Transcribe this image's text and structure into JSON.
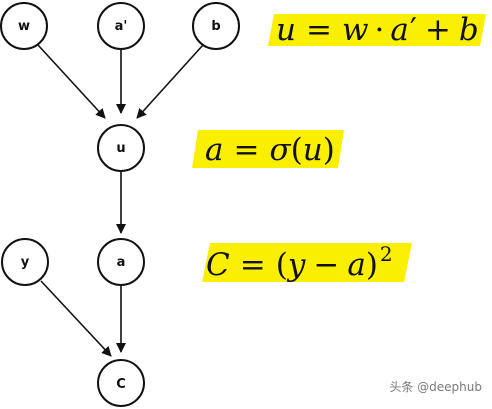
{
  "colors": {
    "node_stroke": "#111111",
    "edge": "#111111",
    "highlight": "#fbef00",
    "watermark": "#7a7a7a"
  },
  "nodes": {
    "w": "w",
    "a_prime": "a'",
    "b": "b",
    "u": "u",
    "y": "y",
    "a": "a",
    "C": "C"
  },
  "equations": {
    "eq1": {
      "u": "u",
      "equals": "=",
      "w": "w",
      "dot": "·",
      "a": "a",
      "prime": "′",
      "plus": "+",
      "b": "b"
    },
    "eq2": {
      "a": "a",
      "equals": "=",
      "sigma": "σ",
      "open": "(",
      "u": "u",
      "close": ")"
    },
    "eq3": {
      "C": "C",
      "equals": "=",
      "open": "(",
      "y": "y",
      "minus": "−",
      "a": "a",
      "close": ")",
      "exp": "2"
    }
  },
  "watermark": "头条 @deephub"
}
